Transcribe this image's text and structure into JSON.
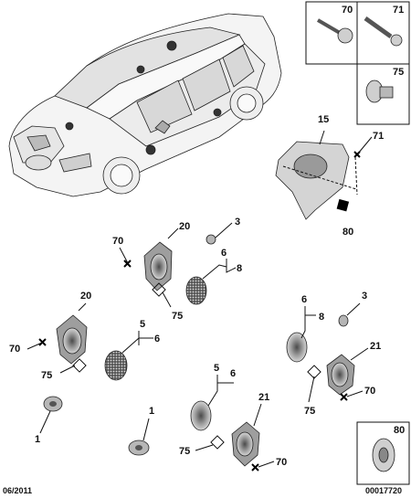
{
  "labels": {
    "l70_box": "70",
    "l71_box": "71",
    "l75_box": "75",
    "l80_box": "80",
    "l15": "15",
    "l71_bracket": "71",
    "l80_bracket": "80",
    "l20_a": "20",
    "l3_a": "3",
    "l70_a": "70",
    "l6_a": "6",
    "l8_a": "8",
    "l75_a": "75",
    "l20_b": "20",
    "l70_b": "70",
    "l75_b": "75",
    "l5_b": "5",
    "l6_b": "6",
    "l1_b": "1",
    "l6_c": "6",
    "l8_c": "8",
    "l3_c": "3",
    "l21_c": "21",
    "l75_c": "75",
    "l70_c": "70",
    "l5_d": "5",
    "l6_d": "6",
    "l1_d": "1",
    "l21_d": "21",
    "l75_d": "75",
    "l70_d": "70"
  },
  "footer": {
    "date": "06/2011",
    "reference": "00017720"
  },
  "colors": {
    "line": "#111111",
    "part_fill": "#c8c8c8",
    "part_dark": "#6e6e6e",
    "box_border": "#111111"
  }
}
